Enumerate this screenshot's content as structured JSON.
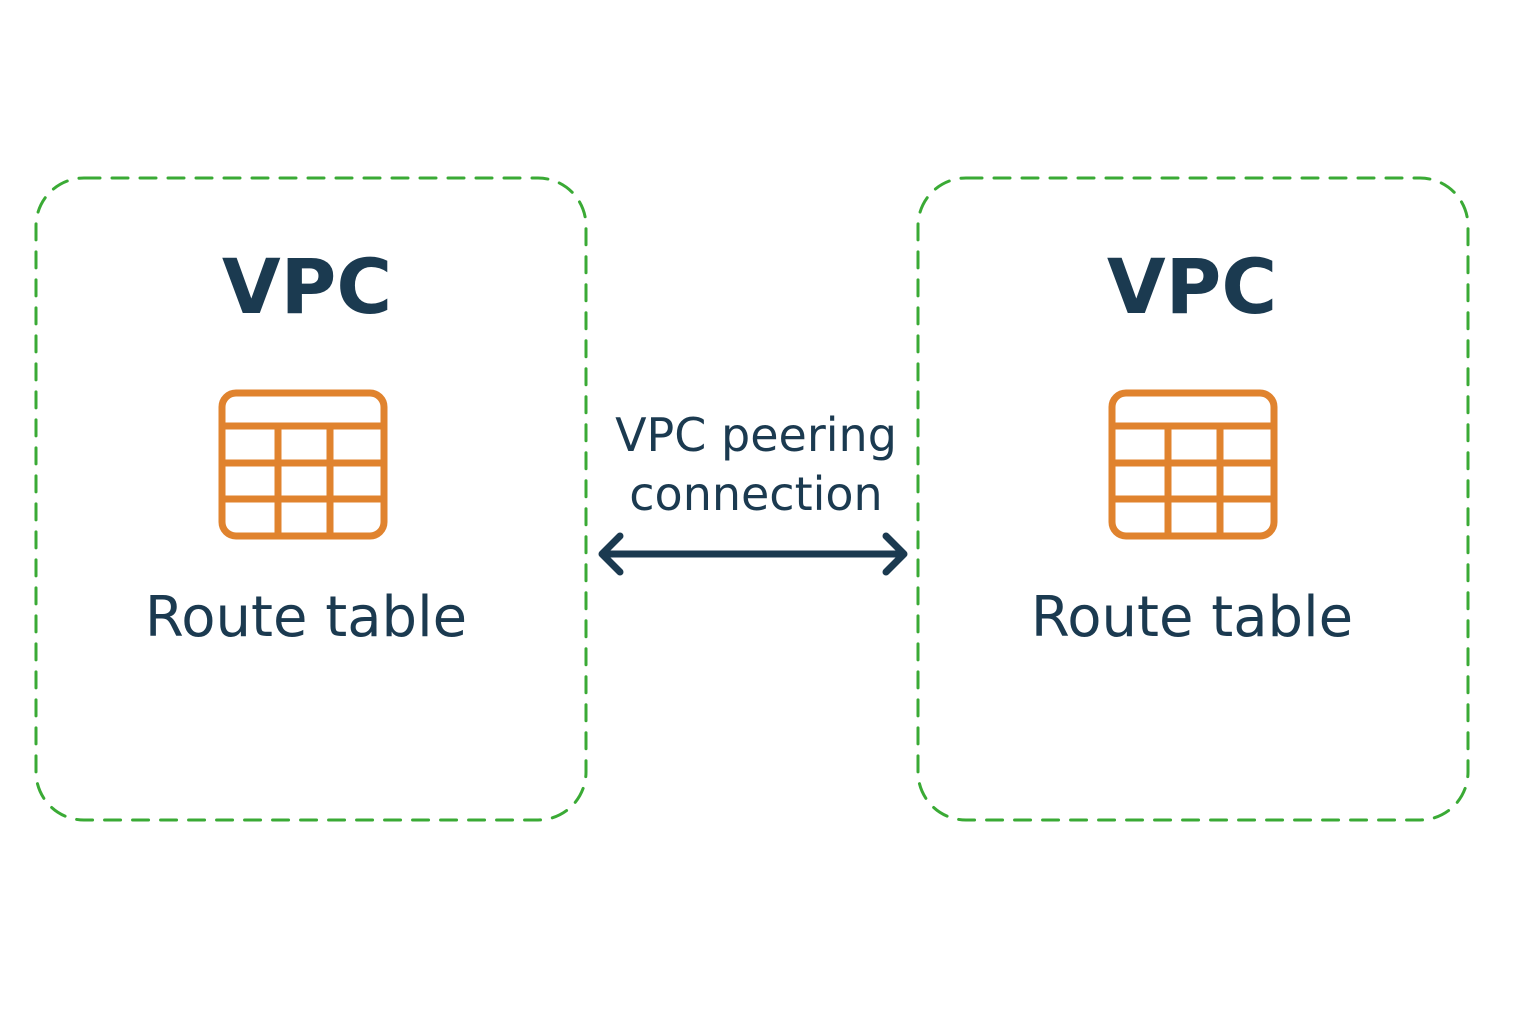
{
  "diagram": {
    "left_vpc": {
      "title": "VPC",
      "icon": "route-table-icon",
      "label": "Route table"
    },
    "right_vpc": {
      "title": "VPC",
      "icon": "route-table-icon",
      "label": "Route table"
    },
    "connection": {
      "line1": "VPC peering",
      "line2": "connection",
      "arrow": "bidirectional-arrow-icon"
    },
    "colors": {
      "border": "#3aaa35",
      "icon": "#e0832e",
      "text": "#1b3a50"
    }
  }
}
